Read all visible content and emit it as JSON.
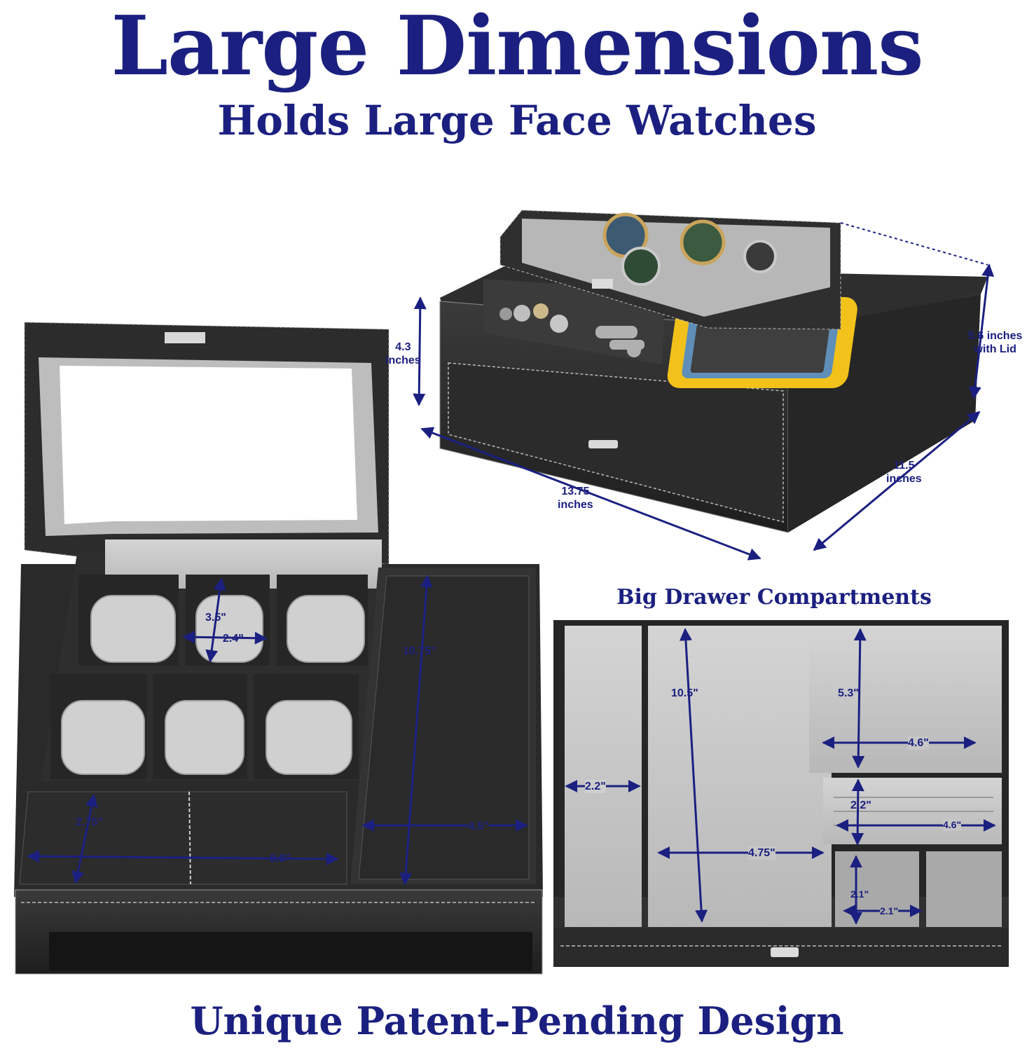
{
  "headline": "Large Dimensions",
  "subheadline": "Holds Large Face Watches",
  "drawer_heading": "Big Drawer Compartments",
  "footer": "Unique Patent-Pending Design",
  "overall": {
    "height": "4.3\ninches",
    "height_with_lid": "5.6 inches\nwith Lid",
    "width": "13.75\ninches",
    "depth": "11.5\ninches"
  },
  "open_box": {
    "watch_slot_height": "3.5\"",
    "watch_slot_width": "2.4\"",
    "tray_length": "10.75\"",
    "tray_width": "4.5\"",
    "front_height": "2.75\"",
    "front_width": "8.0\""
  },
  "drawer": {
    "left_width": "2.2\"",
    "center_length": "10.5\"",
    "center_width": "4.75\"",
    "right_top_height": "5.3\"",
    "right_top_width": "4.6\"",
    "ring_height": "2.2\"",
    "ring_width": "4.6\"",
    "small_height": "2.1\"",
    "small_width": "2.1\""
  },
  "colors": {
    "title_blue": "#1b2080",
    "leather": "#2a2a2a",
    "velvet": "#c9c9c9",
    "phone_case": "#f2c21b"
  }
}
